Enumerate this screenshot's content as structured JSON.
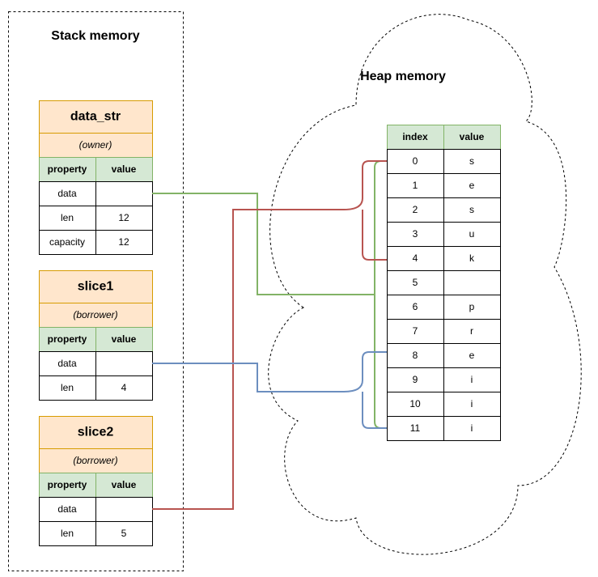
{
  "stack": {
    "title": "Stack memory",
    "structs": [
      {
        "id": "data-str",
        "name": "data_str",
        "role": "(owner)",
        "headers": [
          "property",
          "value"
        ],
        "rows": [
          {
            "property": "data",
            "value": ""
          },
          {
            "property": "len",
            "value": "12"
          },
          {
            "property": "capacity",
            "value": "12"
          }
        ]
      },
      {
        "id": "slice1",
        "name": "slice1",
        "role": "(borrower)",
        "headers": [
          "property",
          "value"
        ],
        "rows": [
          {
            "property": "data",
            "value": ""
          },
          {
            "property": "len",
            "value": "4"
          }
        ]
      },
      {
        "id": "slice2",
        "name": "slice2",
        "role": "(borrower)",
        "headers": [
          "property",
          "value"
        ],
        "rows": [
          {
            "property": "data",
            "value": ""
          },
          {
            "property": "len",
            "value": "5"
          }
        ]
      }
    ]
  },
  "heap": {
    "title": "Heap memory",
    "headers": [
      "index",
      "value"
    ],
    "rows": [
      {
        "index": "0",
        "value": "s"
      },
      {
        "index": "1",
        "value": "e"
      },
      {
        "index": "2",
        "value": "s"
      },
      {
        "index": "3",
        "value": "u"
      },
      {
        "index": "4",
        "value": "k"
      },
      {
        "index": "5",
        "value": ""
      },
      {
        "index": "6",
        "value": "p"
      },
      {
        "index": "7",
        "value": "r"
      },
      {
        "index": "8",
        "value": "e"
      },
      {
        "index": "9",
        "value": "i"
      },
      {
        "index": "10",
        "value": "i"
      },
      {
        "index": "11",
        "value": "i"
      }
    ]
  },
  "colors": {
    "struct_title_fill": "#ffe6cc",
    "struct_title_stroke": "#d79b00",
    "header_fill": "#d5e8d4",
    "header_stroke": "#82b366",
    "cell_stroke": "#000000",
    "owner_link": "#82b366",
    "slice1_link": "#6c8ebf",
    "slice2_link": "#b85450"
  }
}
